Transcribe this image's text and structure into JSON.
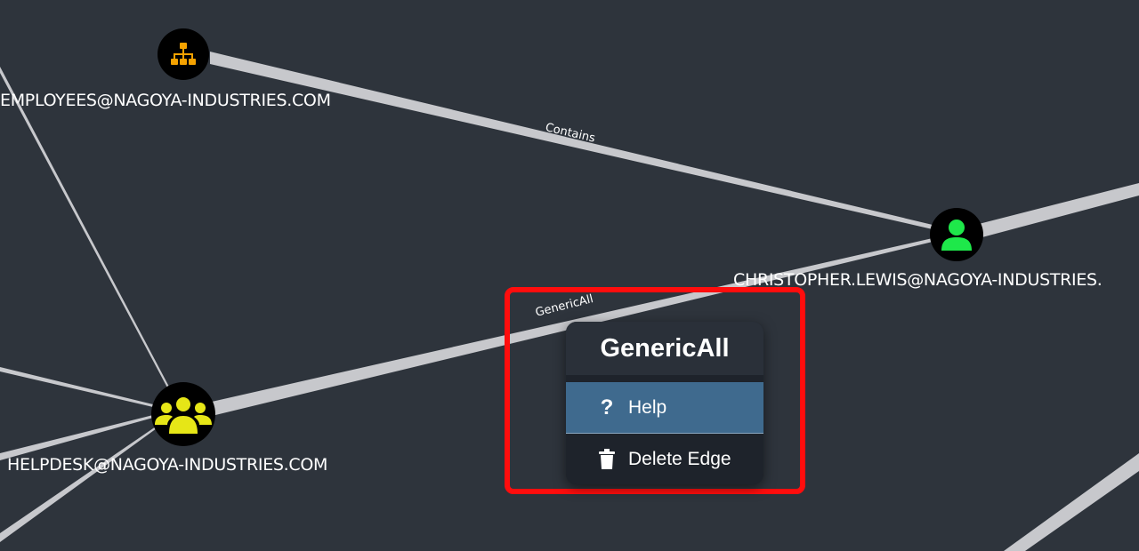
{
  "graph": {
    "nodes": {
      "employees": {
        "label": "EMPLOYEES@NAGOYA-INDUSTRIES.COM",
        "icon": "org-chart-icon",
        "color": "#f5a200"
      },
      "christopher": {
        "label": "CHRISTOPHER.LEWIS@NAGOYA-INDUSTRIES.",
        "icon": "user-icon",
        "color": "#1ee84a"
      },
      "helpdesk": {
        "label": "HELPDESK@NAGOYA-INDUSTRIES.COM",
        "icon": "group-icon",
        "color": "#e6e617"
      }
    },
    "edges": {
      "contains": {
        "label": "Contains"
      },
      "genericall": {
        "label": "GenericAll"
      }
    },
    "edge_color": "#c7c8cc",
    "background": "#2e343c"
  },
  "context_menu": {
    "title": "GenericAll",
    "items": [
      {
        "label": "Help",
        "icon": "question-icon"
      },
      {
        "label": "Delete Edge",
        "icon": "trash-icon"
      }
    ]
  },
  "highlight_color": "#ff0d0d"
}
